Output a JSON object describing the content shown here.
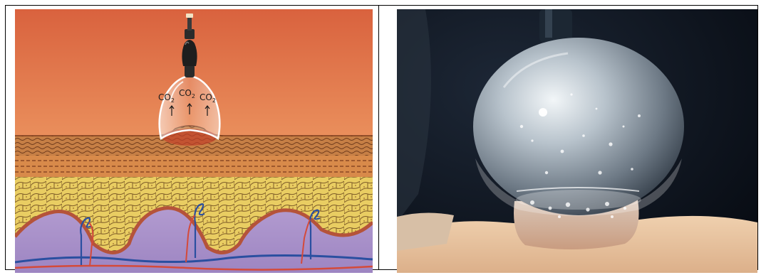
{
  "figure": {
    "left_panel": {
      "type": "illustration",
      "subject": "cupping-cup-on-skin-cross-section",
      "label_glyphs": [
        "CO",
        "2",
        "CO",
        "2",
        "CO",
        "2"
      ],
      "colors": {
        "background_top": "#e07a55",
        "background_bottom": "#f0b070",
        "epidermis": "#c8874b",
        "fat_cells": "#e7c95f",
        "fat_outline": "#7a5a2a",
        "muscle": "#a992c8",
        "vein": "#2a4fa0",
        "artery": "#d44a3a"
      }
    },
    "right_panel": {
      "type": "photograph",
      "subject": "glass-cupping-cup-on-skin",
      "colors": {
        "background": "#0e1520",
        "glass": "#c9d3db",
        "skin": "#e8c7a6"
      }
    }
  }
}
